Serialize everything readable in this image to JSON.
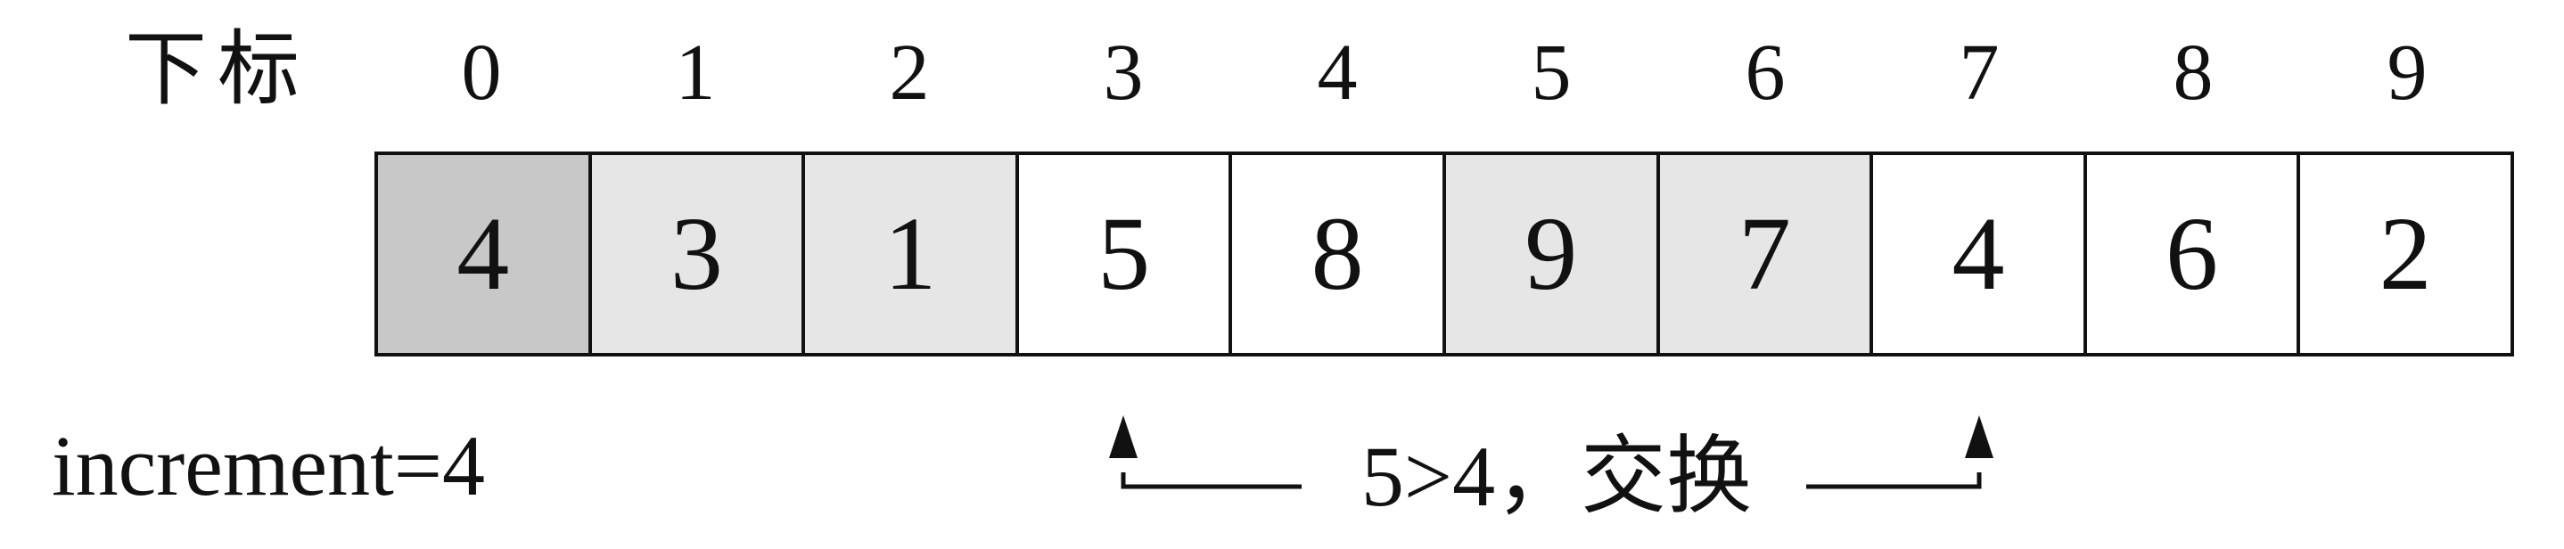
{
  "header": {
    "label": "下标"
  },
  "indices": [
    "0",
    "1",
    "2",
    "3",
    "4",
    "5",
    "6",
    "7",
    "8",
    "9"
  ],
  "cells": [
    {
      "value": "4",
      "shade": "dark"
    },
    {
      "value": "3",
      "shade": "light"
    },
    {
      "value": "1",
      "shade": "light"
    },
    {
      "value": "5",
      "shade": "none"
    },
    {
      "value": "8",
      "shade": "none"
    },
    {
      "value": "9",
      "shade": "light"
    },
    {
      "value": "7",
      "shade": "light"
    },
    {
      "value": "4",
      "shade": "none"
    },
    {
      "value": "6",
      "shade": "none"
    },
    {
      "value": "2",
      "shade": "none"
    }
  ],
  "increment": {
    "label": "increment=4"
  },
  "comparison": {
    "label": "5>4，交换",
    "from_index": 3,
    "to_index": 7
  },
  "colors": {
    "dark_shade": "#c8c8c8",
    "light_shade": "#e6e6e6",
    "stroke": "#111111"
  }
}
